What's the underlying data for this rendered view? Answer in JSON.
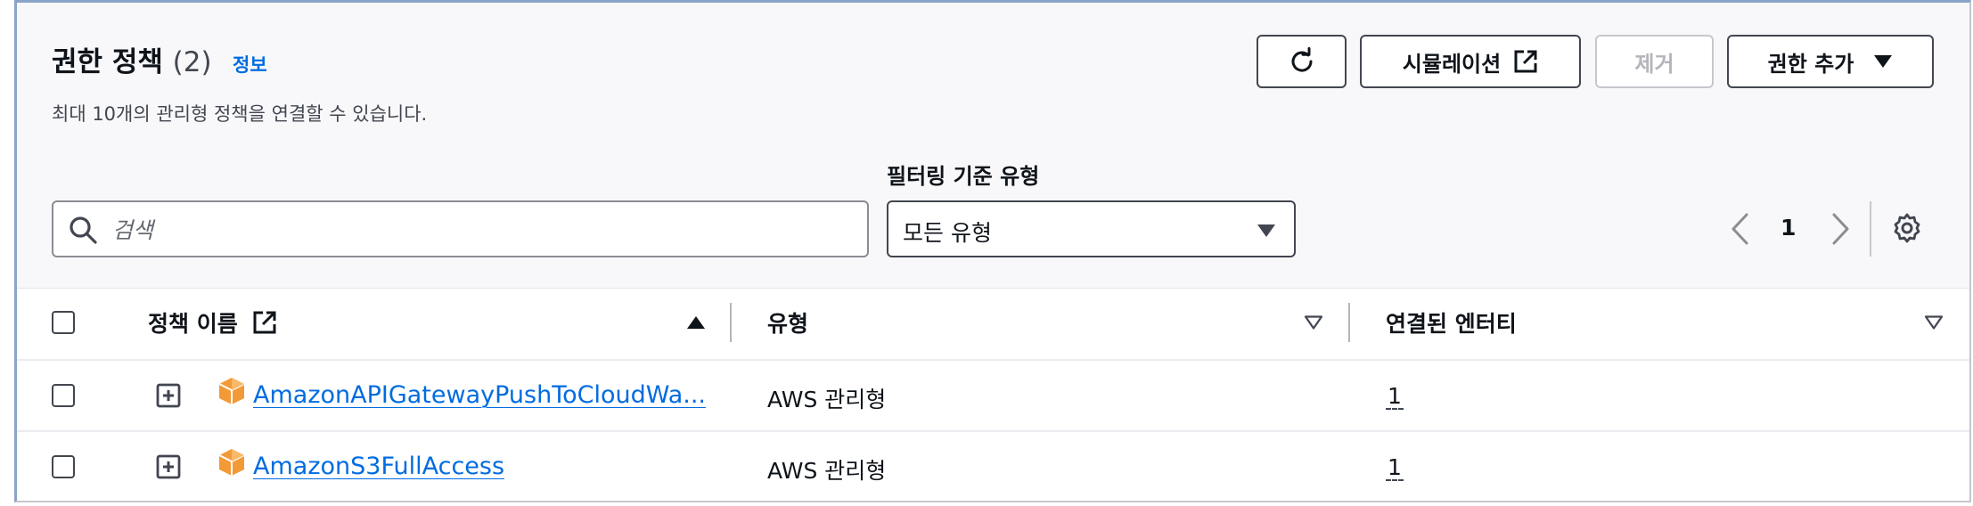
{
  "header": {
    "title": "권한 정책",
    "count": "(2)",
    "info_link": "정보",
    "subtitle": "최대 10개의 관리형 정책을 연결할 수 있습니다."
  },
  "actions": {
    "simulation_label": "시뮬레이션",
    "remove_label": "제거",
    "add_label": "권한 추가"
  },
  "filters": {
    "search_placeholder": "검색",
    "filter_type_label": "필터링 기준 유형",
    "filter_type_value": "모든 유형"
  },
  "pagination": {
    "current_page": "1"
  },
  "table": {
    "columns": [
      "정책 이름",
      "유형",
      "연결된 엔터티"
    ],
    "rows": [
      {
        "name": "AmazonAPIGatewayPushToCloudWa...",
        "type": "AWS 관리형",
        "entities": "1"
      },
      {
        "name": "AmazonS3FullAccess",
        "type": "AWS 관리형",
        "entities": "1"
      }
    ]
  },
  "colors": {
    "link": "#006ce0",
    "icon_orange": "#f29a38",
    "border": "#424650"
  },
  "icons": [
    "refresh-icon",
    "external-link-icon",
    "caret-down-icon",
    "search-icon",
    "chevron-left-icon",
    "chevron-right-icon",
    "settings-icon",
    "sort-ascending-icon",
    "sort-icon",
    "expand-icon",
    "aws-package-icon"
  ]
}
